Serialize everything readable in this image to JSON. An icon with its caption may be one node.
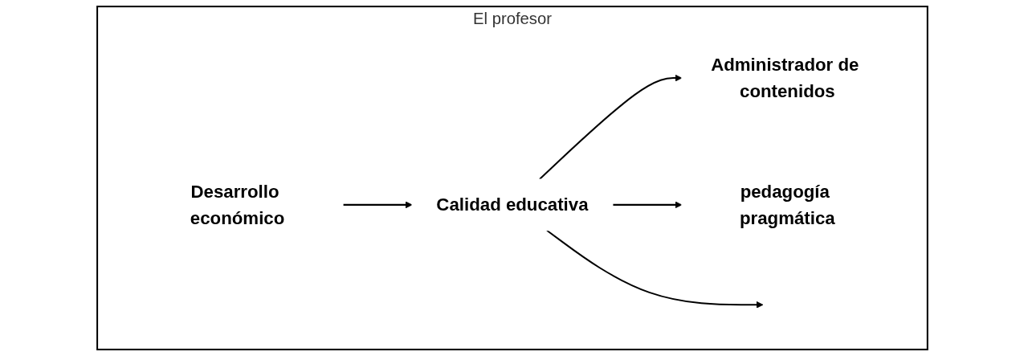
{
  "diagram": {
    "nodes": [
      {
        "text": [
          "El profesor"
        ]
      },
      {
        "text": [
          "Administrador de contenidos"
        ],
        "in": 0
      },
      {
        "text": [
          "Calidad educativa"
        ],
        "in": 0
      },
      {
        "text": [
          "pedagogía pragmática"
        ],
        "in": 0
      },
      {
        "text": [
          "Desarrollo económico"
        ],
        "in": 0
      }
    ],
    "edges": [
      {
        "from": 2,
        "to": 1,
        "arrow": "to"
      },
      {
        "from": 2,
        "to": 3,
        "arrow": "to"
      },
      {
        "from": 4,
        "to": 2,
        "arrow": "to"
      },
      {
        "from": 2,
        "to": null,
        "arrow": "to"
      }
    ]
  }
}
